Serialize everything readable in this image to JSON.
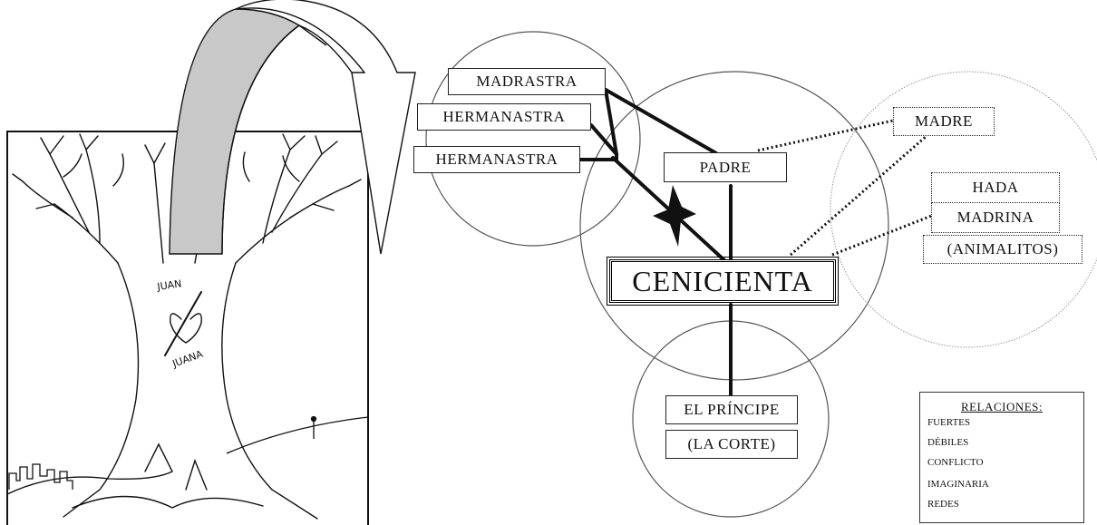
{
  "diagram": {
    "nodes": {
      "madrastra": "MADRASTRA",
      "hermanastra_1": "HERMANASTRA",
      "hermanastra_2": "HERMANASTRA",
      "padre": "PADRE",
      "madre": "MADRE",
      "hada": "HADA",
      "madrina": "MADRINA",
      "animalitos": "(ANIMALITOS)",
      "cenicienta": "CENICIENTA",
      "principe": "EL PRÍNCIPE",
      "la_corte": "(LA CORTE)"
    },
    "illustration": {
      "carving_top": "JUAN",
      "carving_bottom": "JUANA"
    }
  },
  "legend": {
    "title": "RELACIONES:",
    "fuertes": "FUERTES",
    "debiles": "DÉBILES",
    "conflicto": "CONFLICTO",
    "imaginaria": "IMAGINARIA",
    "redes": "REDES"
  }
}
